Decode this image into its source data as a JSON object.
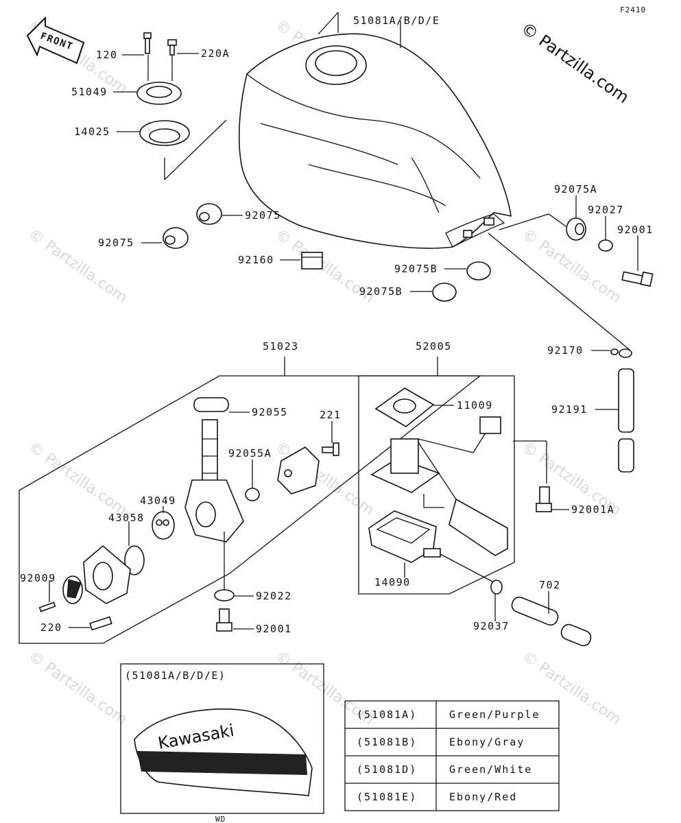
{
  "figure_code": "F2410",
  "front_label": "FRONT",
  "copyright": "© Partzilla.com",
  "watermark": "© Partzilla.com",
  "callouts": {
    "tank": "51081A/B/D/E",
    "bolt_120": "120",
    "screw_220a": "220A",
    "cap_51049": "51049",
    "gasket_14025": "14025",
    "damper_92075_top": "92075",
    "damper_92075_left": "92075",
    "block_92160": "92160",
    "damper_92075a": "92075A",
    "washer_92027": "92027",
    "bolt_92001_right": "92001",
    "damper_92075b_1": "92075B",
    "damper_92075b_2": "92075B",
    "clip_92170": "92170",
    "hose_92191": "92191",
    "cock_51023": "51023",
    "oring_92055": "92055",
    "screw_221": "221",
    "oring_92055a": "92055A",
    "plate_43049": "43049",
    "oring_43058": "43058",
    "screw_92009": "92009",
    "screw_220": "220",
    "washer_92022": "92022",
    "bolt_92001_bottom": "92001",
    "pump_52005": "52005",
    "gasket_11009": "11009",
    "bolt_92001a": "92001A",
    "filter_14090": "14090",
    "clip_92037": "92037",
    "hose_702": "702"
  },
  "inset": {
    "title": "(51081A/B/D/E)",
    "brand": "Kawasaki",
    "footer": "WD"
  },
  "color_table": [
    {
      "part": "(51081A)",
      "color": "Green/Purple"
    },
    {
      "part": "(51081B)",
      "color": "Ebony/Gray"
    },
    {
      "part": "(51081D)",
      "color": "Green/White"
    },
    {
      "part": "(51081E)",
      "color": "Ebony/Red"
    }
  ]
}
